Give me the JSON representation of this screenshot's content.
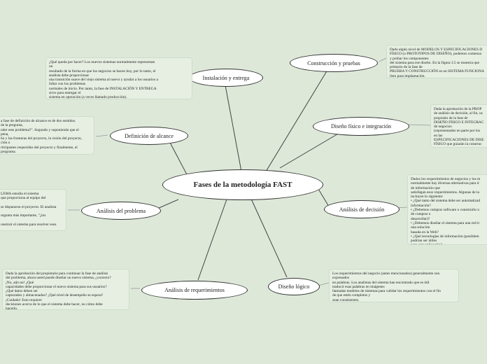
{
  "central": {
    "title": "Fases de la metodología FAST"
  },
  "topics": [
    {
      "label": "Instalación y entrega",
      "note": "¿Qué queda por hacer? Los nuevos sistemas normalmente representan\nun\nresultado de la forma en que los negocios se hacen hoy, por lo tanto, el\nanalista debe proporcionar\nuna transición suave del viejo sistema al nuevo y ayudar a los usuarios a\nlidiar con los problemas\nnormales de inicio. Por tanto, la fase de INSTALACIÓN Y ENTREGA\nsirve para entregar el\nsistema en operación (a veces llamado producción)."
    },
    {
      "label": "Construcción y pruebas",
      "note": "Dado algún nivel de MODELOS Y ESPECIFICACIONES D\nFÍSICO (o PROTOTIPOS DE DISEÑO), podemos comenza\ny probar los componentes\ndel sistema para ese diseño. En la figura 3.5 se muestra que\nprimario de la fase de\nPRUEBA Y CONSTRUCCIÓN es un SISTEMA FUNCIONA\nlisto para implantación."
    },
    {
      "label": "Definición de alcance",
      "note": "a fase de definición de alcance es de dos sentidos.\nde la pregunta,\nnder este problema?\". Segundo y suponiendo que el\npena,\nño y las fronteras del proyecto, la visión del proyecto,\nción o\nrticipantes requeridos del proyecto y finalmente, el\nprograma."
    },
    {
      "label": "Diseño físico e integración",
      "note": "Dada la aprobación de la PROP\nde análisis de decisión, al fin, us\npropósito de la fase de\nDISEÑO FÍSICO E INTEGRAC\nde negocios\n(representados en parte por los\nen las\nESPECIFICACIONES DE DISE\nFÍSICO que guiarán la construc"
    },
    {
      "label": "Análisis del problema",
      "note": "LEMA estudia el sistema\nque proporciona al equipo del\n\nse dispararon el proyecto. El analista\n\nregunta más importante, \"¿los\n\nonstruir el sistema para resolver esos"
    },
    {
      "label": "Análisis de decisión",
      "note": "Dados los requerimientos de negocios y los m\nnormalmente hay diversas alternativas para d\nde información que\nsatisfagan esos requerimientos. Algunas de la\nincluyen lo siguiente:\n• ¿Qué tanto del sistema debe ser automatizad\ninformación?\n• ¿Debemos comprar software o construirlo n\nde comprar o\ndesarrollar)?\n• ¿Debemos diseñar el sistema para una red ir\nuna solución\nbasada en la Web?\n• ¿Qué tecnologías de información (posiblem\npodrían ser útiles\npara esta aplicación?"
    },
    {
      "label": "Análisis de requerimientos",
      "note": "Dada la aprobación del propietario para continuar la fase de análisis\ndel problema, ahora usted puede diseñar un nuevo sistema, ¿correcto?\n¡No, aún no! ¿Qué\ncapacidades debe proporcionar el nuevo sistema para sus usuarios?\n¿Qué datos deben ser\ncapturados y almacenados? ¿Qué nivel de desempeño se espera?\n¡Cuidado! Esto requiere\ndecisiones acerca de lo que el sistema debe hacer, no cómo debe\nhacerlo."
    },
    {
      "label": "Diseño lógico",
      "note": "Los requerimientos del negocio (antes mencionados) generalmente son\nexpresados\nen palabras. Los analistas del sistema han encontrado que es útil\ntraducir esas palabras en imágenes\nllamadas modelos de sistemas para validar los requerimientos con el fin\nde que estén completos y\nsean consistentes."
    }
  ]
}
